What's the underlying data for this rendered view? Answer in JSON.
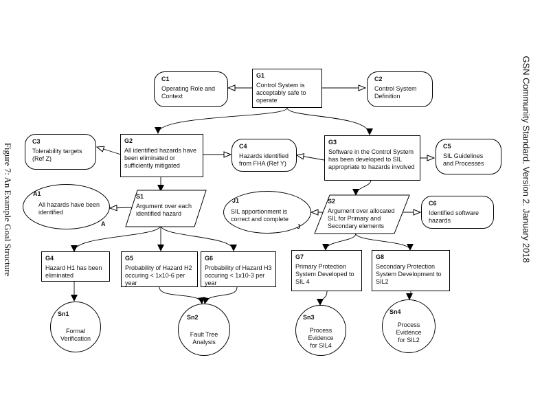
{
  "side_labels": {
    "left": "Figure 7: An Example Goal Structure",
    "right": "GSN Community Standard. Version 2. January 2018"
  },
  "nodes": {
    "G1": {
      "id": "G1",
      "text": "Control System is acceptably safe to operate"
    },
    "C1": {
      "id": "C1",
      "text": "Operating Role and Context"
    },
    "C2": {
      "id": "C2",
      "text": "Control System Definition"
    },
    "C3": {
      "id": "C3",
      "text": "Tolerability targets (Ref Z)"
    },
    "G2": {
      "id": "G2",
      "text": "All identified hazards have been eliminated or sufficiently mitigated"
    },
    "C4": {
      "id": "C4",
      "text": "Hazards identified from FHA (Ref Y)"
    },
    "G3": {
      "id": "G3",
      "text": "Software in the Control System has been developed to SIL appropriate to hazards involved"
    },
    "C5": {
      "id": "C5",
      "text": "SIL Guidelines and Processes"
    },
    "A1": {
      "id": "A1",
      "text": "All hazards have been identified",
      "marker": "A"
    },
    "S1": {
      "id": "S1",
      "text": "Argument over each identified hazard"
    },
    "J1": {
      "id": "J1",
      "text": "SIL apportionment is correct and complete",
      "marker": "J"
    },
    "S2": {
      "id": "S2",
      "text": "Argument over allocated SIL for Primary and Secondary elements"
    },
    "C6": {
      "id": "C6",
      "text": "Identified software hazards"
    },
    "G4": {
      "id": "G4",
      "text": "Hazard H1 has been eliminated"
    },
    "G5": {
      "id": "G5",
      "text": "Probability of Hazard H2 occuring < 1x10-6 per year"
    },
    "G6": {
      "id": "G6",
      "text": "Probability of Hazard H3 occuring < 1x10-3 per year"
    },
    "G7": {
      "id": "G7",
      "text": "Primary Protection System Developed to SIL 4"
    },
    "G8": {
      "id": "G8",
      "text": "Secondary Protection System Development to SIL2"
    },
    "Sn1": {
      "id": "Sn1",
      "text": "Formal Verification"
    },
    "Sn2": {
      "id": "Sn2",
      "text": "Fault Tree Analysis"
    },
    "Sn3": {
      "id": "Sn3",
      "text": "Process Evidence for SIL4"
    },
    "Sn4": {
      "id": "Sn4",
      "text": "Process Evidence for SIL2"
    }
  }
}
